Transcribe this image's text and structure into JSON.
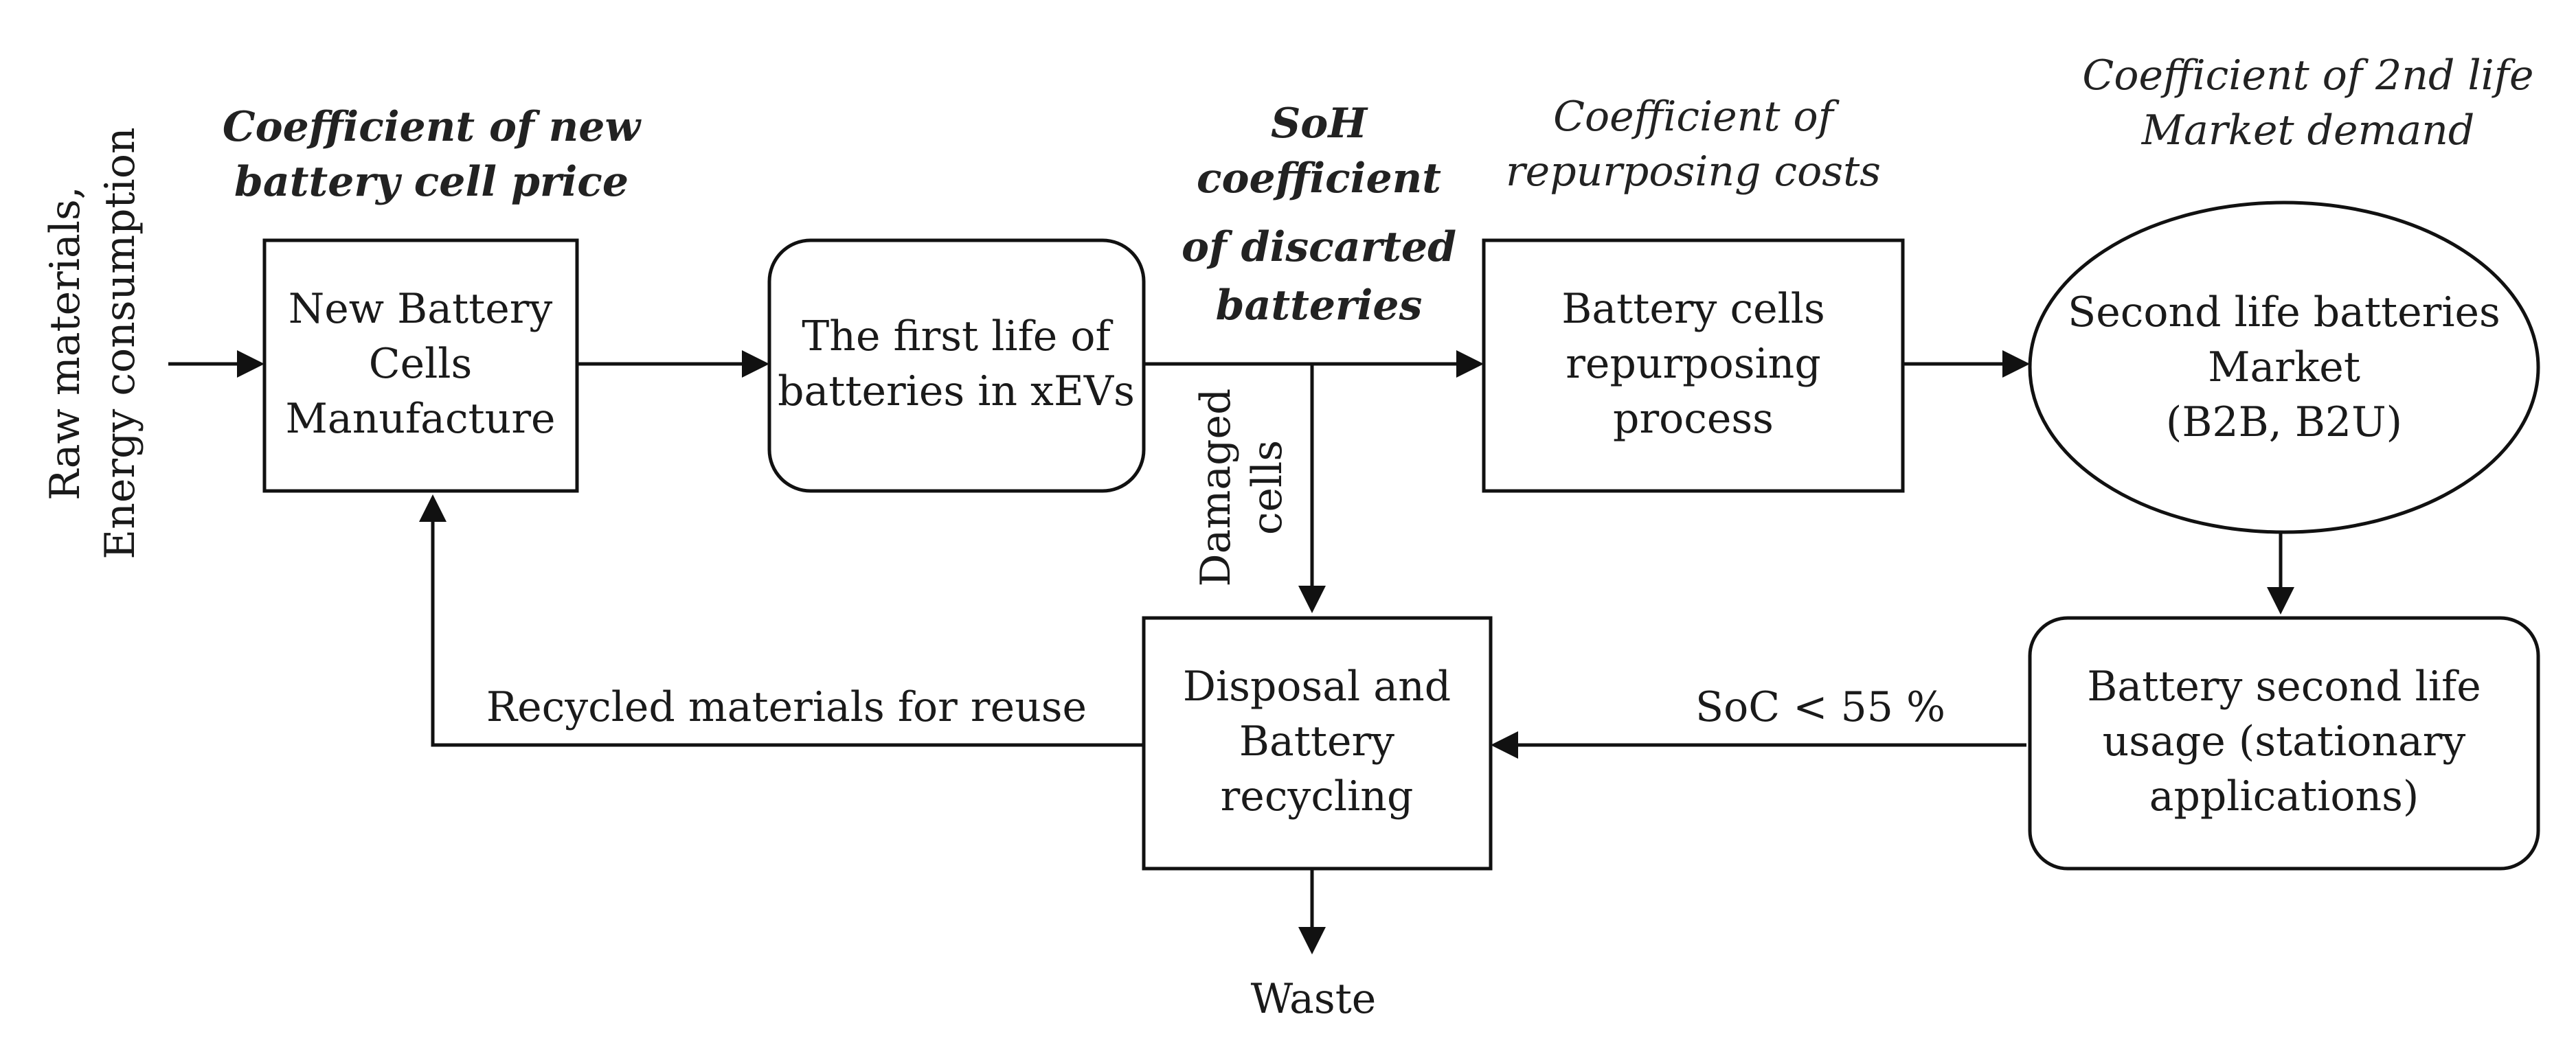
{
  "nodes": {
    "new_cells": [
      "New Battery",
      "Cells",
      "Manufacture"
    ],
    "first_life": [
      "The first life of",
      "batteries in xEVs"
    ],
    "repurposing": [
      "Battery cells",
      "repurposing",
      "process"
    ],
    "market": [
      "Second life batteries",
      "Market",
      "(B2B, B2U)"
    ],
    "second_usage": [
      "Battery second life",
      "usage (stationary",
      "applications)"
    ],
    "disposal": [
      "Disposal and",
      "Battery",
      "recycling"
    ]
  },
  "coefficients": {
    "new_price": [
      "Coefficient of new",
      "battery cell price"
    ],
    "soh": [
      "SoH",
      "coefficient",
      "of discarted",
      "batteries"
    ],
    "repurposing_costs": [
      "Coefficient of",
      "repurposing costs"
    ],
    "market_demand": [
      "Coefficient of 2nd life",
      "Market demand"
    ]
  },
  "edge_labels": {
    "inputs": [
      "Raw materials,",
      "Energy consumption"
    ],
    "damaged": [
      "Damaged",
      "cells"
    ],
    "recycled": "Recycled materials for reuse",
    "soc": "SoC < 55 %",
    "waste": "Waste"
  }
}
